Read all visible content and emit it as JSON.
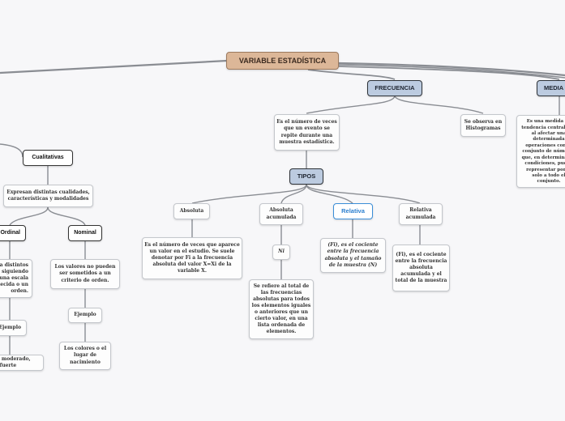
{
  "root": "VARIABLE ESTADÍSTICA",
  "frecuencia": {
    "title": "FRECUENCIA",
    "definition": "Es el número de veces que un evento se repite durante una muestra estadística.",
    "histogram": "Se observa en Histogramas",
    "tipos": "TIPOS",
    "absoluta": {
      "label": "Absoluta",
      "desc": "Es el número de veces que aparece un valor en el estudio. Se suele denotar por Fi a la frecuencia absoluta del valor X=Xi de la variable X."
    },
    "absoluta_acumulada": {
      "label": "Absoluta acumulada",
      "symbol": "Ni",
      "desc": "Se refiere al total de las frecuencias absolutas para todos los elementos iguales o anteriores que un cierto valor, en una lista ordenada de elementos."
    },
    "relativa": {
      "label": "Relativa",
      "desc": "(Fi), es el cociente entre la frecuencia absoluta y el tamaño de la muestra (N)"
    },
    "relativa_acumulada": {
      "label": "Relativa acumulada",
      "desc": "(Fi), es el cociente entre la frecuencia absoluta acumulada y el total de la muestra"
    }
  },
  "media": {
    "title": "MEDIA",
    "desc": "Es una medida de tendencia central que al afectar una determinada operaciones con el conjunto de números que, en determinadas condiciones, puede representar por sí solo a todo el conjunto."
  },
  "cualitativas": {
    "title": "Cualitativas",
    "desc": "Expresan distintas cualidades, características y modalidades",
    "ordinal": {
      "label": "Ordinal",
      "desc": "Toma distintos valores siguiendo una escala establecida o un orden.",
      "ejemplo": "Ejemplo",
      "example": "Leve, moderado, fuerte"
    },
    "nominal": {
      "label": "Nominal",
      "desc": "Los valores no pueden ser sometidos a un criterio de orden.",
      "ejemplo": "Ejemplo",
      "example": "Los colores o el lugar de nacimiento"
    }
  }
}
